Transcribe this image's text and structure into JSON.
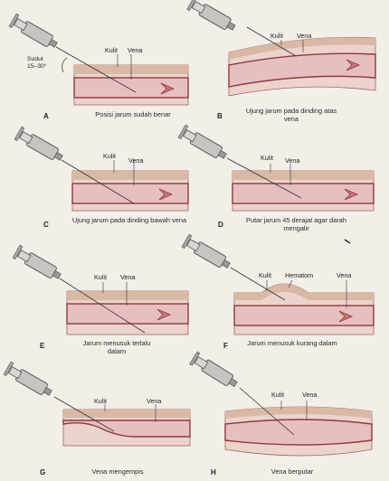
{
  "angle_label": {
    "line1": "Sudut",
    "line2": "15–30°"
  },
  "panels": [
    {
      "letter": "A",
      "caption": "Posisi jarum sudah benar",
      "labels": [
        "Kulit",
        "Vena"
      ]
    },
    {
      "letter": "B",
      "caption": "Ujung jarum pada dinding atas vena",
      "labels": [
        "Kulit",
        "Vena"
      ]
    },
    {
      "letter": "C",
      "caption": "Ujung jarum pada dinding bawah vena",
      "labels": [
        "Kulit",
        "Vena"
      ]
    },
    {
      "letter": "D",
      "caption": "Putar jarum 45 derajat agar darah mengalir",
      "labels": [
        "Kulit",
        "Vena"
      ]
    },
    {
      "letter": "E",
      "caption": "Jarum menusuk terlalu dalam",
      "labels": [
        "Kulit",
        "Vena"
      ]
    },
    {
      "letter": "F",
      "caption": "Jarum menusuk kurang dalam",
      "labels": [
        "Kulit",
        "Hematom",
        "Vena"
      ]
    },
    {
      "letter": "G",
      "caption": "Vena mengempis",
      "labels": [
        "Kulit",
        "Vena"
      ]
    },
    {
      "letter": "H",
      "caption": "Vena berputar",
      "labels": [
        "Kulit",
        "Vena"
      ]
    }
  ],
  "colors": {
    "skin_band": "#d9b9a6",
    "vein_fill": "#e8bfc0",
    "vein_wall": "#8c3a3e",
    "vessel_fill": "#ecd3cc",
    "syringe": "#b9b6b2",
    "ink": "#222222"
  }
}
